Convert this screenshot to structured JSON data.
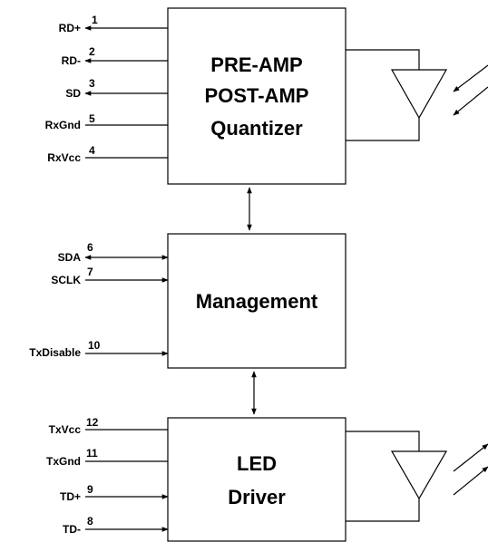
{
  "blocks": {
    "rx": {
      "lines": [
        "PRE-AMP",
        "POST-AMP",
        "Quantizer"
      ]
    },
    "mgmt": {
      "lines": [
        "Management"
      ]
    },
    "tx": {
      "lines": [
        "LED",
        "Driver"
      ]
    }
  },
  "pins": [
    {
      "label": "RD+",
      "number": "1"
    },
    {
      "label": "RD-",
      "number": "2"
    },
    {
      "label": "SD",
      "number": "3"
    },
    {
      "label": "RxGnd",
      "number": "5"
    },
    {
      "label": "RxVcc",
      "number": "4"
    },
    {
      "label": "SDA",
      "number": "6"
    },
    {
      "label": "SCLK",
      "number": "7"
    },
    {
      "label": "TxDisable",
      "number": "10"
    },
    {
      "label": "TxVcc",
      "number": "12"
    },
    {
      "label": "TxGnd",
      "number": "11"
    },
    {
      "label": "TD+",
      "number": "9"
    },
    {
      "label": "TD-",
      "number": "8"
    }
  ]
}
